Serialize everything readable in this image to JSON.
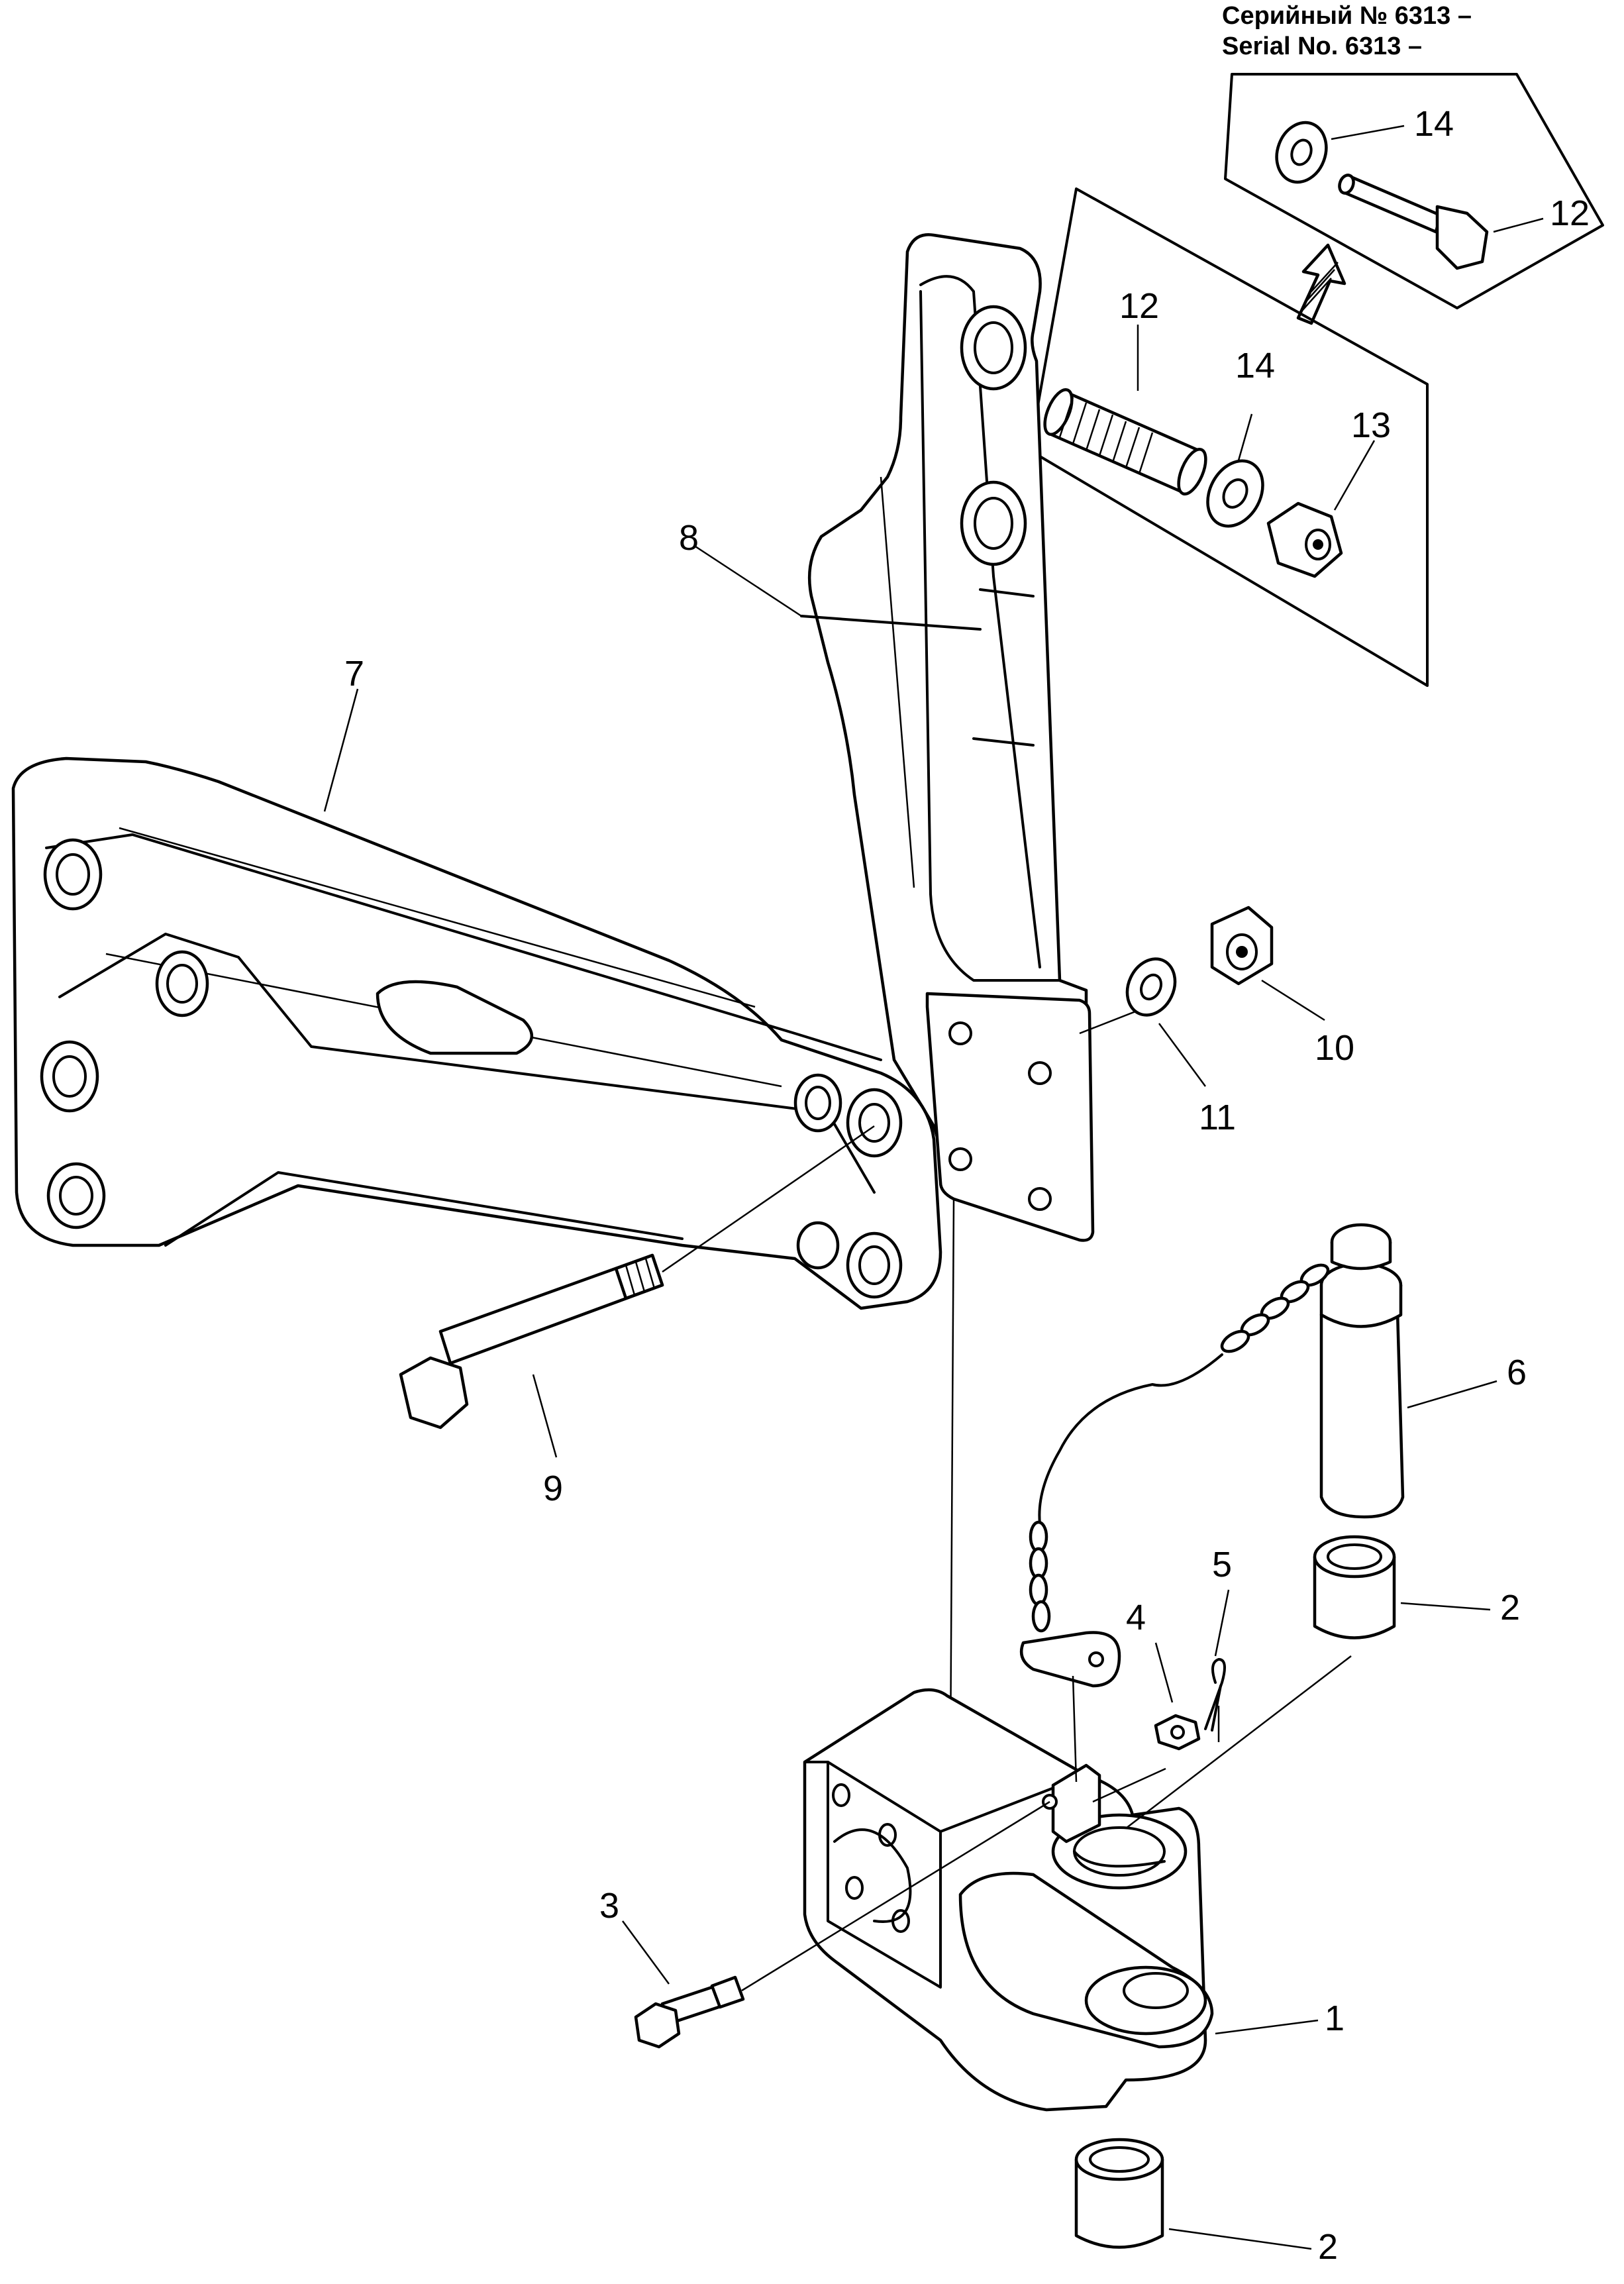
{
  "header": {
    "serial_ru": "Серийный № 6313 –",
    "serial_en": "Serial No. 6313 –"
  },
  "callouts": {
    "p1": "1",
    "p2a": "2",
    "p2b": "2",
    "p3": "3",
    "p4": "4",
    "p5": "5",
    "p6": "6",
    "p7": "7",
    "p8": "8",
    "p9": "9",
    "p10": "10",
    "p11": "11",
    "p12a": "12",
    "p12b": "12",
    "p13": "13",
    "p14a": "14",
    "p14b": "14"
  }
}
